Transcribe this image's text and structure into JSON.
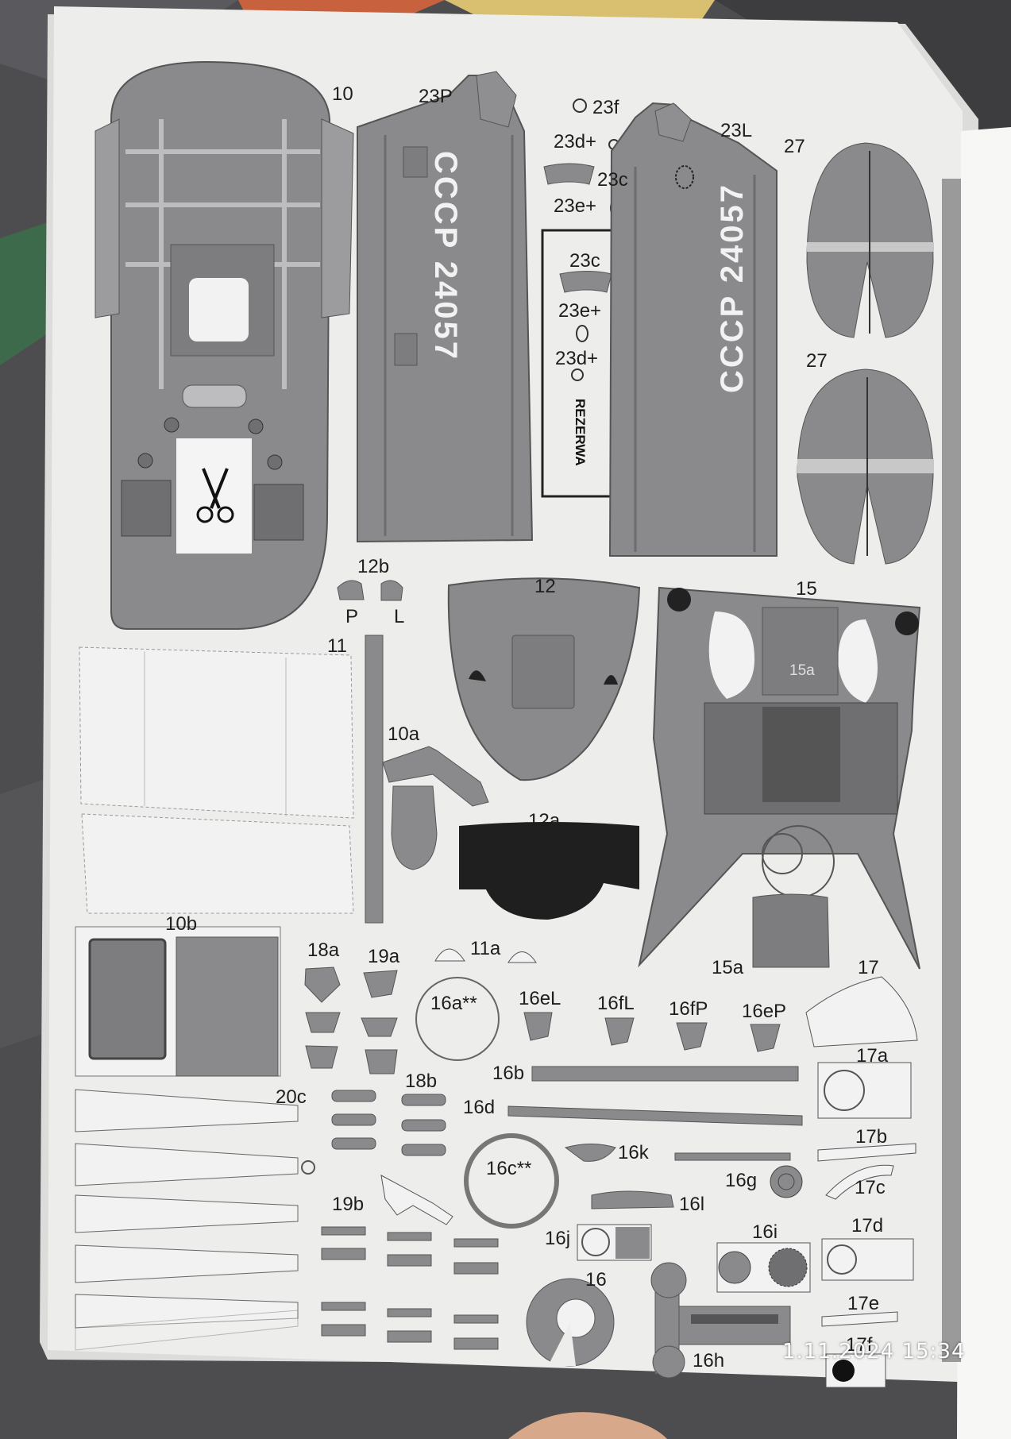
{
  "timestamp": "1.11.2024  15:34",
  "reserve_label": "REZERWA",
  "registration": "CCCP 24057",
  "parts": {
    "p10": "10",
    "p23P": "23P",
    "p23f": "23f",
    "p23d_plus": "23d+",
    "p23c": "23c",
    "p23e_plus": "23e+",
    "p23L": "23L",
    "p27": "27",
    "p12b": "12b",
    "p12": "12",
    "p15": "15",
    "p15a": "15a",
    "p11": "11",
    "p10a": "10a",
    "p12a": "12a",
    "p10b": "10b",
    "p11a": "11a",
    "p18a": "18a",
    "p19a": "19a",
    "p16a": "16a**",
    "p16eL": "16eL",
    "p16fL": "16fL",
    "p16fP": "16fP",
    "p16eP": "16eP",
    "p17": "17",
    "p17a": "17a",
    "p16b": "16b",
    "p16d": "16d",
    "p18b": "18b",
    "p20c": "20c",
    "p16k": "16k",
    "p16c": "16c**",
    "p16g": "16g",
    "p17b": "17b",
    "p17c": "17c",
    "p16l": "16l",
    "p19b": "19b",
    "p16j": "16j",
    "p16i": "16i",
    "p17d": "17d",
    "p16": "16",
    "p17e": "17e",
    "p17f": "17f",
    "p16h": "16h",
    "side_P": "P",
    "side_L": "L"
  },
  "colors": {
    "backdrop": "#4a4a4d",
    "paper": "#ededec",
    "part_gray": "#8a8a8c",
    "part_dark": "#6f6f71",
    "part_light": "#bdbdbf",
    "part_black": "#1f1f1f",
    "quilt_red": "#c8623e",
    "quilt_yellow": "#d8c070",
    "quilt_green": "#3d6a4a"
  }
}
